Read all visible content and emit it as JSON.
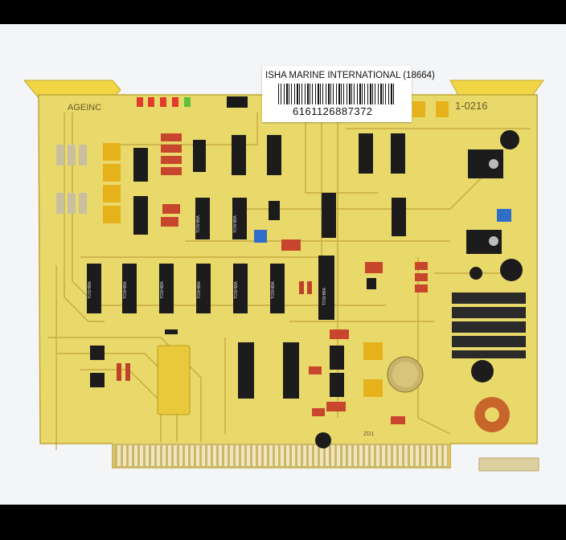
{
  "sticker": {
    "title": "ISHA MARINE INTERNATIONAL  (18664)",
    "code": "6161126887372"
  },
  "board": {
    "maker_mark": "AGEINC",
    "part_no": "1-0216",
    "chip_text": "TOSHIBA",
    "component_ref": "ZD1",
    "colors": {
      "pcb": "#e9d96a",
      "trace": "#c7a93a",
      "ic": "#1c1c1c",
      "capacitor_red": "#c8462e",
      "trimmer_blue": "#2f6fc9",
      "gold_fingers": "#d9c98a"
    }
  }
}
